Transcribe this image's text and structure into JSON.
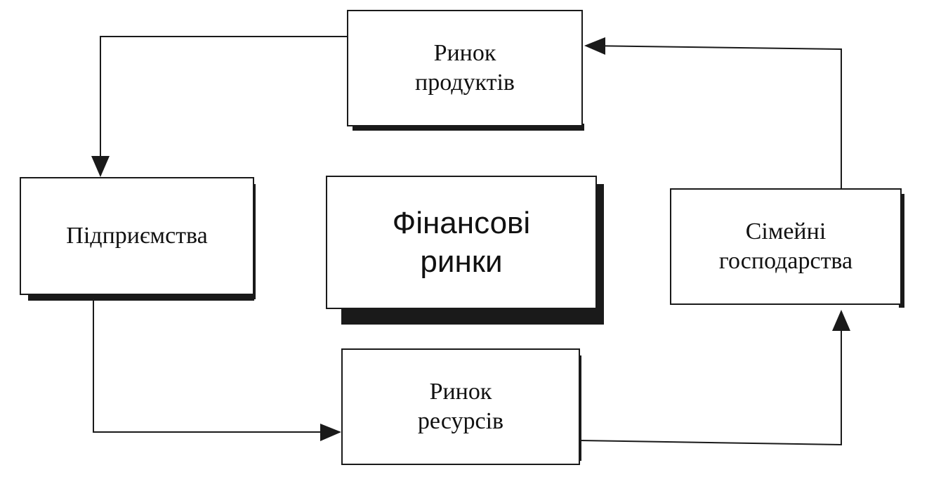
{
  "diagram": {
    "nodes": {
      "product_market": {
        "line1": "Ринок",
        "line2": "продуктів"
      },
      "enterprises": {
        "line1": "Підприємства"
      },
      "financial_markets": {
        "line1": "Фінансові",
        "line2": "ринки"
      },
      "households": {
        "line1": "Сімейні",
        "line2": "господарства"
      },
      "resource_market": {
        "line1": "Ринок",
        "line2": "ресурсів"
      }
    },
    "edges": [
      {
        "from": "product_market",
        "to": "enterprises"
      },
      {
        "from": "enterprises",
        "to": "resource_market"
      },
      {
        "from": "resource_market",
        "to": "households"
      },
      {
        "from": "households",
        "to": "product_market"
      }
    ],
    "colors": {
      "stroke": "#1a1a1a",
      "background": "#ffffff"
    }
  }
}
